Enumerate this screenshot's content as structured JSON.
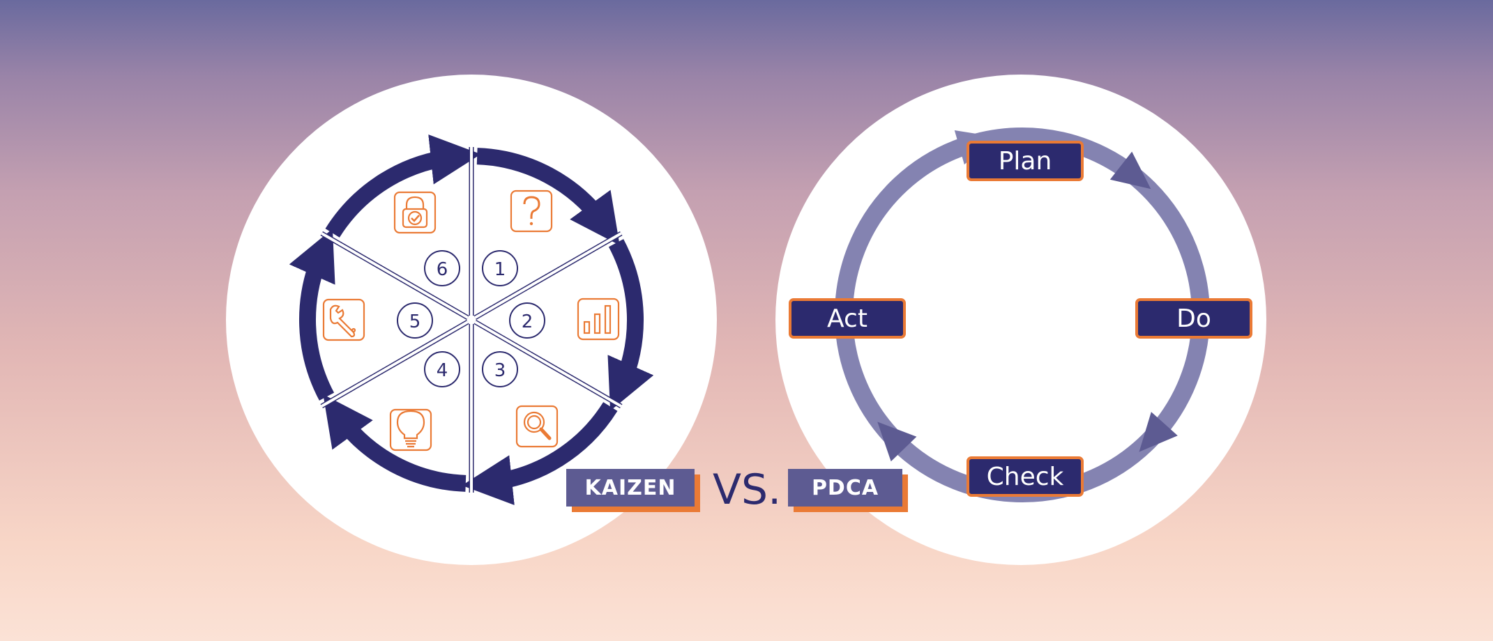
{
  "kaizen": {
    "label": "KAIZEN",
    "steps": [
      {
        "number": "1",
        "icon": "question-icon"
      },
      {
        "number": "2",
        "icon": "bar-chart-icon"
      },
      {
        "number": "3",
        "icon": "magnifier-icon"
      },
      {
        "number": "4",
        "icon": "lightbulb-icon"
      },
      {
        "number": "5",
        "icon": "wrench-icon"
      },
      {
        "number": "6",
        "icon": "padlock-check-icon"
      }
    ]
  },
  "vs_text": "VS.",
  "pdca": {
    "label": "PDCA",
    "phases": [
      "Plan",
      "Do",
      "Check",
      "Act"
    ]
  },
  "colors": {
    "navy": "#2c2a6e",
    "orange": "#ea7a35",
    "lavender": "#8483b1",
    "tag_purple": "#5d5b92"
  }
}
